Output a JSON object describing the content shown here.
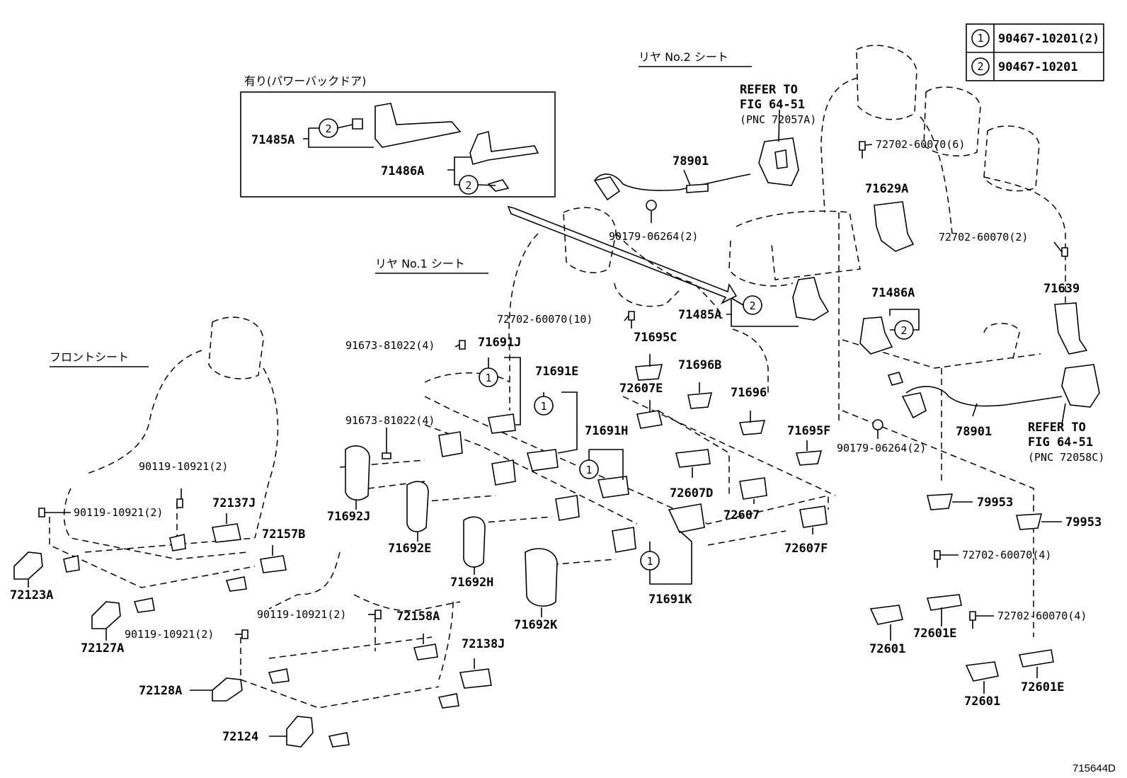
{
  "legend": {
    "rows": [
      {
        "key": "1",
        "value": "90467-10201(2)"
      },
      {
        "key": "2",
        "value": "90467-10201"
      }
    ]
  },
  "headers": {
    "rear_no2": "リヤ No.2 シート",
    "rear_no1": "リヤ No.1 シート",
    "front": "フロントシート",
    "power_door": "有り(パワーバックドア)"
  },
  "refs": {
    "ref1": [
      "REFER TO",
      "FIG 64-51",
      "(PNC 72057A)"
    ],
    "ref2": [
      "REFER TO",
      "FIG 64-51",
      "(PNC 72058C)"
    ]
  },
  "labels": {
    "p71485A_box": "71485A",
    "p71486A_box": "71486A",
    "p78901_a": "78901",
    "p90179_a": "90179-06264(2)",
    "p72702_6": "72702-60070(6)",
    "p71629A": "71629A",
    "p72702_2": "72702-60070(2)",
    "p71639": "71639",
    "p71486A": "71486A",
    "p71485A": "71485A",
    "p72702_10": "72702-60070(10)",
    "p91673_a": "91673-81022(4)",
    "p91673_b": "91673-81022(4)",
    "p71691J": "71691J",
    "p71695C": "71695C",
    "p71691E": "71691E",
    "p71696B": "71696B",
    "p72607E": "72607E",
    "p71696": "71696",
    "p71691H": "71691H",
    "p71695F": "71695F",
    "p78901_b": "78901",
    "p90179_b": "90179-06264(2)",
    "p72607D": "72607D",
    "p72607": "72607",
    "p72607F": "72607F",
    "p79953_a": "79953",
    "p79953_b": "79953",
    "p72702_4a": "72702-60070(4)",
    "p72702_4b": "72702-60070(4)",
    "p72601_a": "72601",
    "p72601E_a": "72601E",
    "p72601_b": "72601",
    "p72601E_b": "72601E",
    "p71692J": "71692J",
    "p71692E": "71692E",
    "p71692H": "71692H",
    "p71692K": "71692K",
    "p71691K": "71691K",
    "p90119_a": "90119-10921(2)",
    "p90119_b": "90119-10921(2)",
    "p72137J": "72137J",
    "p72157B": "72157B",
    "p72123A": "72123A",
    "p72127A": "72127A",
    "p90119_c": "90119-10921(2)",
    "p72158A": "72158A",
    "p90119_d": "90119-10921(2)",
    "p72138J": "72138J",
    "p72128A": "72128A",
    "p72124": "72124"
  },
  "circle_marks": {
    "one": "1",
    "two": "2"
  },
  "figure_id": "715644D"
}
